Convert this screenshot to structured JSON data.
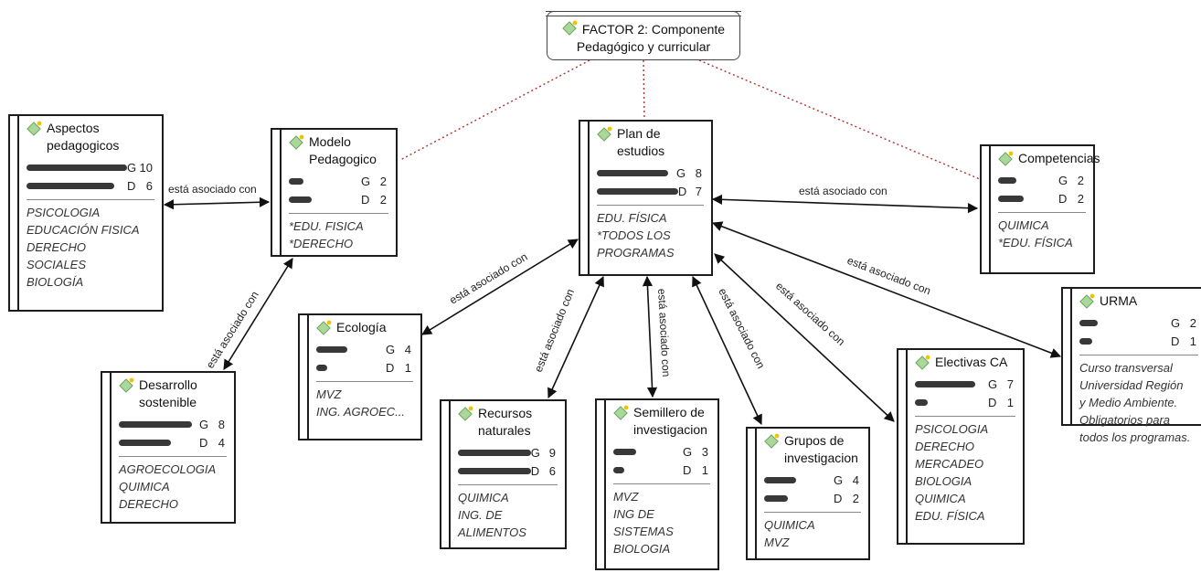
{
  "factor": {
    "title_line1": "FACTOR 2: Componente",
    "title_line2": "Pedagógico y curricular"
  },
  "relation_label": "está asociado con",
  "nodes": {
    "aspectos": {
      "title": "Aspectos\npedagogicos",
      "g": "10",
      "d": "6",
      "items": [
        "PSICOLOGIA",
        "EDUCACIÓN FISICA",
        "DERECHO",
        "SOCIALES",
        "BIOLOGÍA"
      ]
    },
    "modelo": {
      "title": "Modelo\nPedagogico",
      "g": "2",
      "d": "2",
      "items": [
        "*EDU. FISICA",
        "*DERECHO"
      ]
    },
    "plan": {
      "title": "Plan de\nestudios",
      "g": "8",
      "d": "7",
      "items": [
        "EDU. FÍSICA",
        "*TODOS LOS",
        "PROGRAMAS"
      ]
    },
    "competencias": {
      "title": "Competencias",
      "g": "2",
      "d": "2",
      "items": [
        "QUIMICA",
        "*EDU. FÍSICA"
      ]
    },
    "urma": {
      "title": "URMA",
      "g": "2",
      "d": "1",
      "items": [
        "Curso transversal",
        "Universidad Región",
        "y Medio Ambiente.",
        "Obligatorios para",
        "todos los programas."
      ]
    },
    "ecologia": {
      "title": "Ecología",
      "g": "4",
      "d": "1",
      "items": [
        "MVZ",
        "ING. AGROEC..."
      ]
    },
    "desarrollo": {
      "title": "Desarrollo\nsostenible",
      "g": "8",
      "d": "4",
      "items": [
        "AGROECOLOGIA",
        "QUIMICA",
        "DERECHO"
      ]
    },
    "recursos": {
      "title": "Recursos\nnaturales",
      "g": "9",
      "d": "6",
      "items": [
        "QUIMICA",
        "ING. DE",
        "ALIMENTOS"
      ]
    },
    "semillero": {
      "title": "Semillero de\ninvestigacion",
      "g": "3",
      "d": "1",
      "items": [
        "MVZ",
        "ING DE",
        "SISTEMAS",
        "BIOLOGIA"
      ]
    },
    "grupos": {
      "title": "Grupos de\ninvestigacion",
      "g": "4",
      "d": "2",
      "items": [
        "QUIMICA",
        "MVZ"
      ]
    },
    "electivas": {
      "title": "Electivas CA",
      "g": "7",
      "d": "1",
      "items": [
        "PSICOLOGIA",
        "DERECHO",
        "MERCADEO",
        "BIOLOGIA",
        "QUIMICA",
        "EDU. FÍSICA"
      ]
    }
  },
  "labels": {
    "g": "G",
    "d": "D"
  },
  "colors": {
    "gem_green": "#a9d89a",
    "gem_star": "#f2c200",
    "bar": "#383838",
    "dashed_link": "#b03030"
  }
}
